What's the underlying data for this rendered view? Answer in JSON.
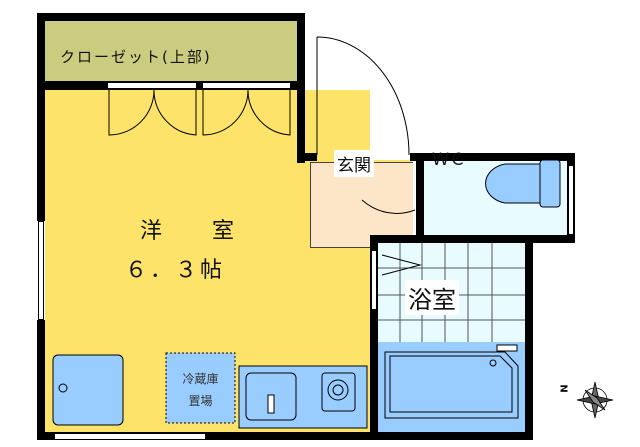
{
  "rooms": {
    "closet": {
      "label": "クローゼット(上部)",
      "color": "#cccc80"
    },
    "western_room": {
      "label": "洋　室",
      "size": "６．３帖",
      "color": "#fde36a"
    },
    "entrance": {
      "label": "玄関",
      "color": "#fde5c8"
    },
    "wc": {
      "label": "ＷＣ",
      "color": "#e8fcff"
    },
    "bathroom": {
      "label": "浴室",
      "color": "#e8fcff"
    },
    "fridge_space": {
      "label_line1": "冷蔵庫",
      "label_line2": "置場"
    }
  },
  "colors": {
    "fixture": "#99ccff",
    "wall": "#000000"
  },
  "compass": {
    "label": "N"
  }
}
